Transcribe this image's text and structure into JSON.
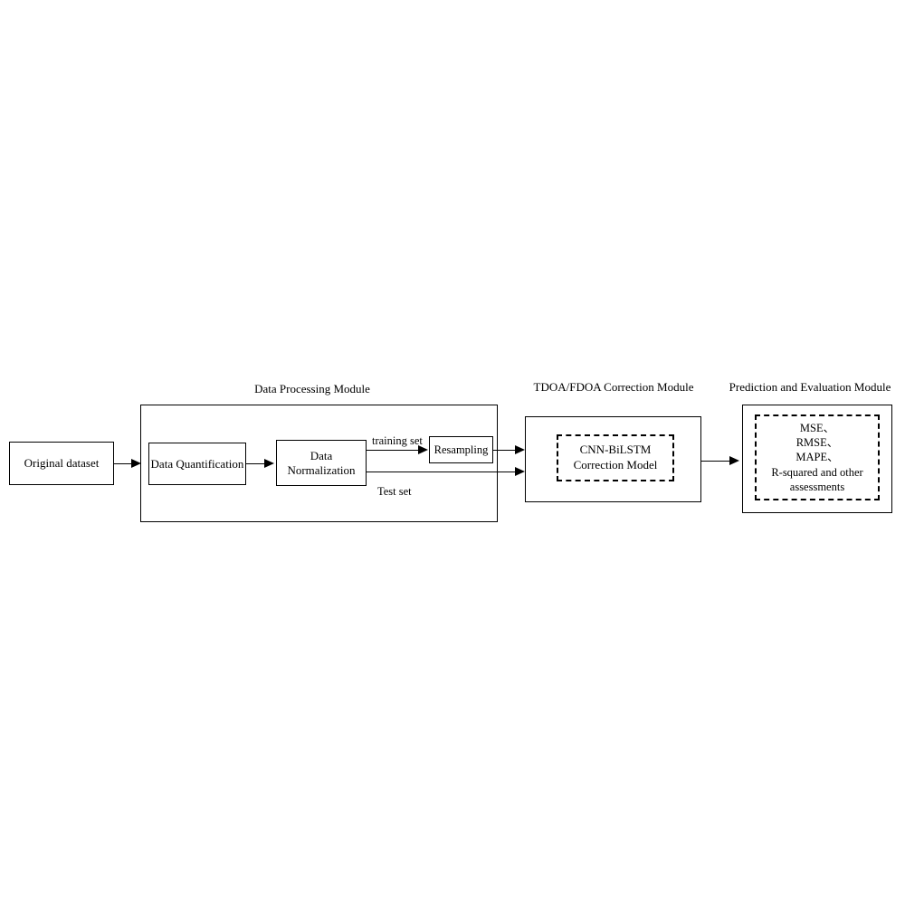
{
  "diagram": {
    "title_visible": false,
    "modules": [
      {
        "id": "data-processing",
        "title": "Data Processing Module"
      },
      {
        "id": "tdoa-fdoa",
        "title": "TDOA/FDOA Correction Module"
      },
      {
        "id": "prediction-evaluation",
        "title": "Prediction and Evaluation Module"
      }
    ],
    "nodes": {
      "original_dataset": "Original dataset",
      "data_quantification": "Data Quantification",
      "data_normalization_line1": "Data",
      "data_normalization_line2": "Normalization",
      "resampling": "Resampling",
      "cnn_bilstm_line1": "CNN-BiLSTM",
      "cnn_bilstm_line2": "Correction Model",
      "metrics_line1": "MSE、",
      "metrics_line2": "RMSE、",
      "metrics_line3": "MAPE、",
      "metrics_line4": "R-squared and other",
      "metrics_line5": "assessments"
    },
    "edge_labels": {
      "training_set": "training set",
      "test_set": "Test set"
    },
    "colors": {
      "stroke": "#000000",
      "background": "#ffffff",
      "text": "#000000"
    }
  }
}
